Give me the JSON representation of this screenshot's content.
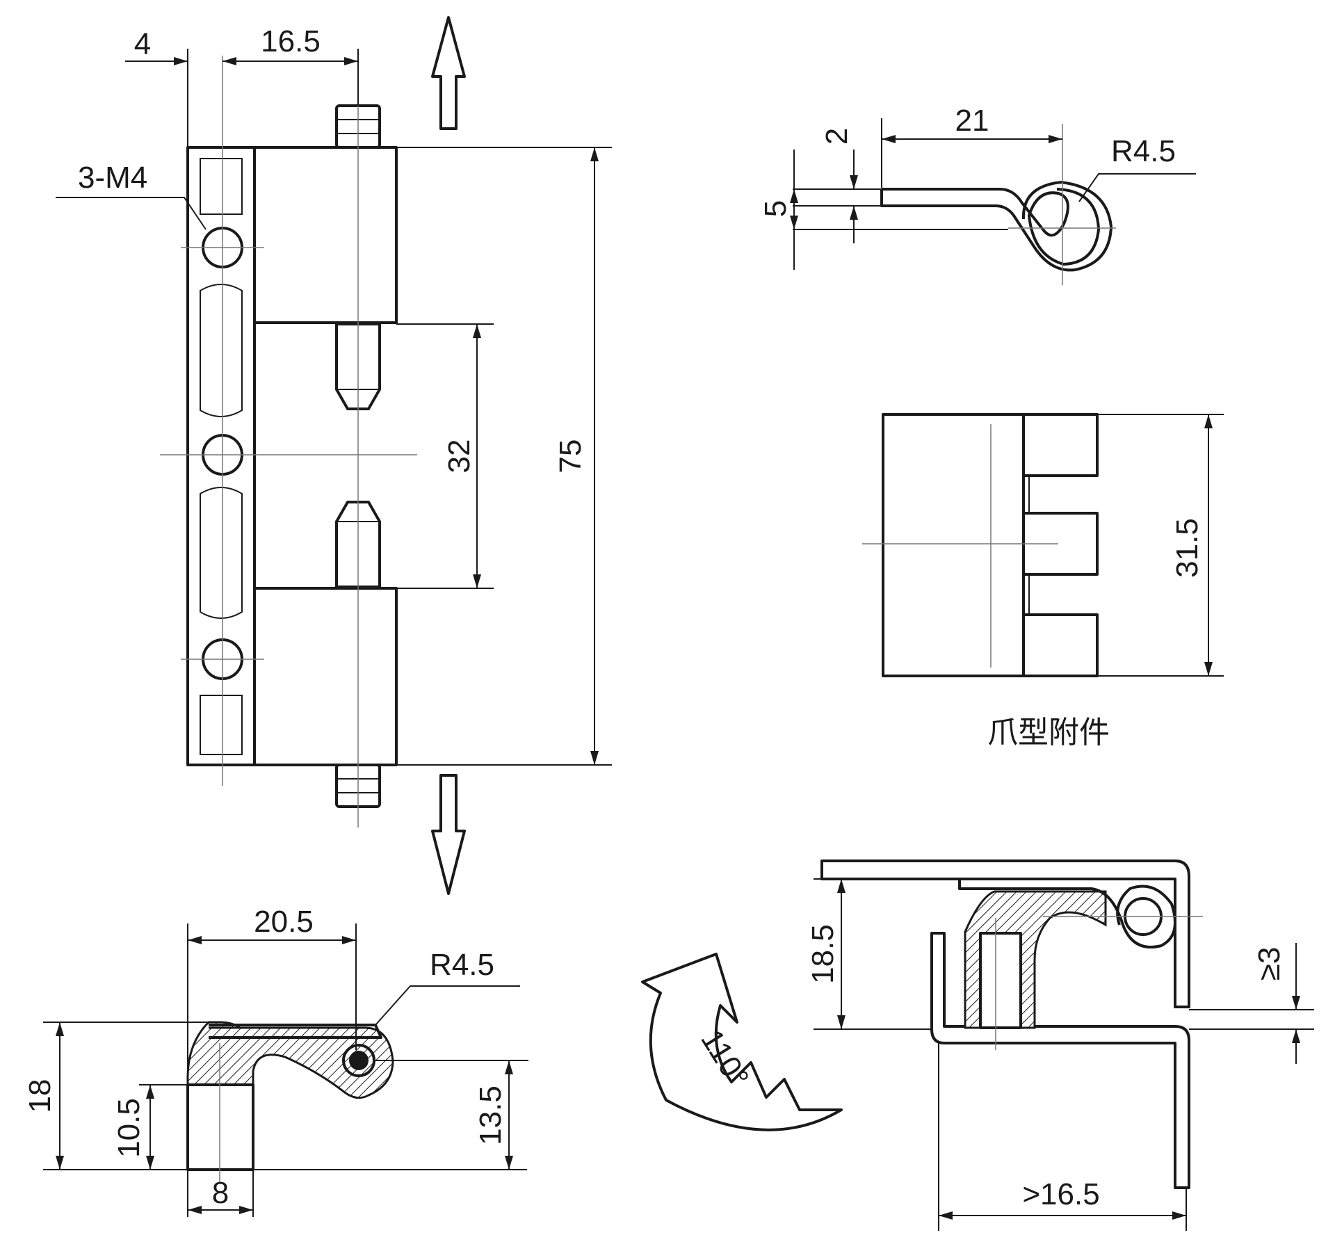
{
  "front_view": {
    "dim_left": "4",
    "dim_top": "16.5",
    "holes_label": "3-M4",
    "dim_pin_gap": "32",
    "dim_height": "75"
  },
  "clip_view": {
    "dim_length": "21",
    "dim_small": "2",
    "dim_thickness": "5",
    "radius": "R4.5"
  },
  "attachment_view": {
    "dim_height": "31.5",
    "caption": "爪型附件"
  },
  "side_view": {
    "dim_width": "20.5",
    "radius": "R4.5",
    "dim_total_height": "18",
    "dim_base_height": "10.5",
    "dim_pivot_height": "13.5",
    "dim_base_width": "8"
  },
  "mounted_view": {
    "rotation_angle": "110°",
    "dim_height": "18.5",
    "dim_gap": "≥3",
    "dim_offset": ">16.5"
  }
}
